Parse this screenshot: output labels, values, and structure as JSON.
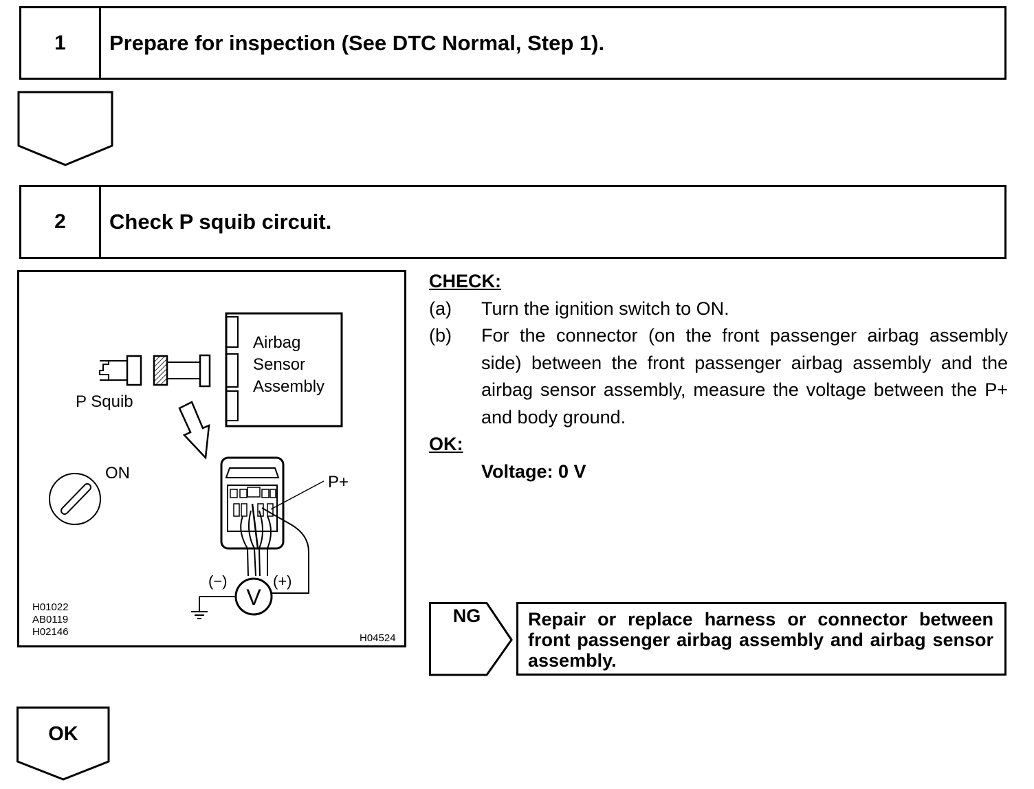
{
  "steps": [
    {
      "number": "1",
      "title": "Prepare for inspection (See DTC Normal, Step 1)."
    },
    {
      "number": "2",
      "title": "Check P squib circuit."
    }
  ],
  "figure": {
    "labels": {
      "airbag_line1": "Airbag",
      "airbag_line2": "Sensor",
      "airbag_line3": "Assembly",
      "p_squib": "P Squib",
      "on": "ON",
      "p_plus": "P+",
      "minus": "(−)",
      "plus": "(+)",
      "voltmeter": "V",
      "code1": "H01022",
      "code2": "AB0119",
      "code3": "H02146",
      "code4": "H04524"
    }
  },
  "check": {
    "heading": "CHECK:",
    "items": [
      {
        "label": "(a)",
        "text": "Turn the ignition switch to ON."
      },
      {
        "label": "(b)",
        "text": "For the connector (on the front passenger airbag assembly side) between the front passenger airbag assembly and the airbag sensor assembly, measure the voltage between the P+ and body ground."
      }
    ],
    "ok_heading": "OK:",
    "ok_spec": "Voltage: 0 V"
  },
  "ng": {
    "label": "NG",
    "text": "Repair or replace harness or connector between front passenger airbag assembly and airbag sensor assembly."
  },
  "ok_label": "OK"
}
